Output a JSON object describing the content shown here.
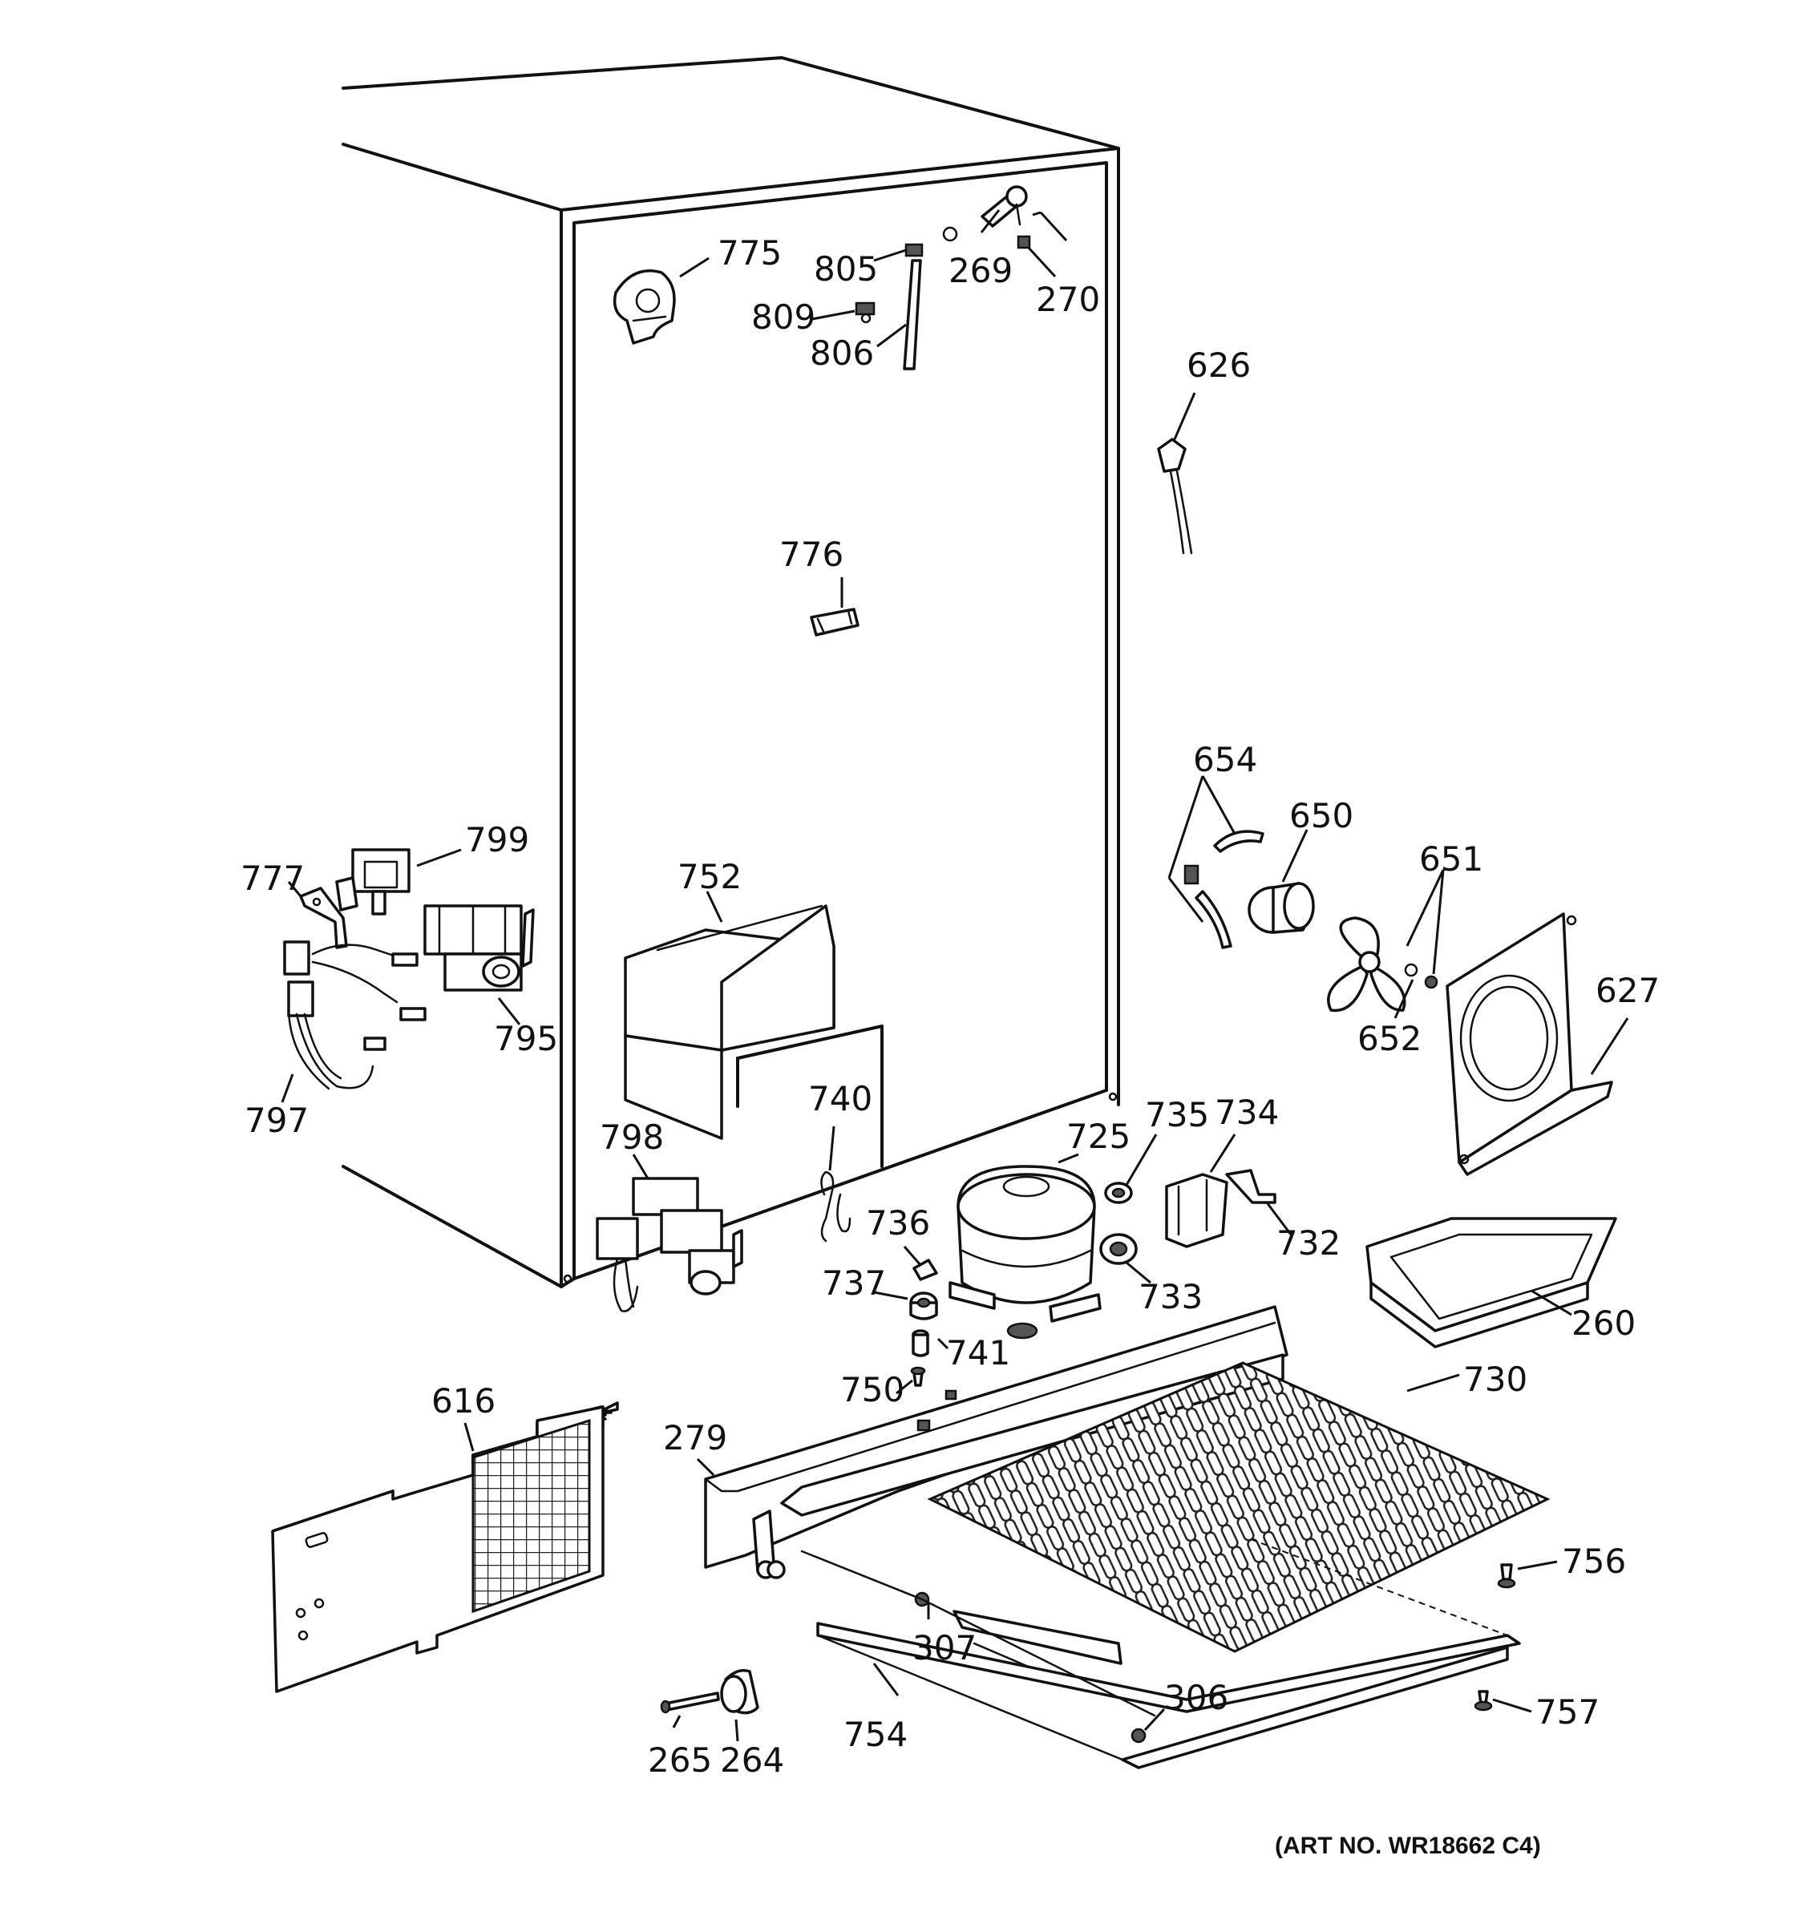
{
  "labels": {
    "l775": "775",
    "l805": "805",
    "l809": "809",
    "l806": "806",
    "l269": "269",
    "l270": "270",
    "l626": "626",
    "l776": "776",
    "l654": "654",
    "l650": "650",
    "l651": "651",
    "l627": "627",
    "l652": "652",
    "l799": "799",
    "l777": "777",
    "l752": "752",
    "l795": "795",
    "l797": "797",
    "l798": "798",
    "l740": "740",
    "l725": "725",
    "l735": "735",
    "l734": "734",
    "l732": "732",
    "l736": "736",
    "l737": "737",
    "l741": "741",
    "l733": "733",
    "l750": "750",
    "l260": "260",
    "l730": "730",
    "l616": "616",
    "l279": "279",
    "l756": "756",
    "l307": "307",
    "l306": "306",
    "l757": "757",
    "l265": "265",
    "l264": "264",
    "l754": "754"
  },
  "art_number": "(ART NO. WR18662 C4)"
}
